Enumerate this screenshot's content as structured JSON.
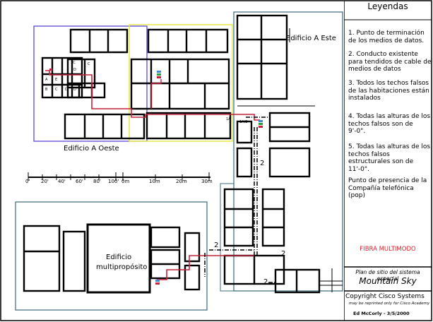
{
  "legend": {
    "title": "Leyendas",
    "items": [
      "1. Punto de terminación de los medios de datos.",
      "2. Conducto existente para tendidos de cable de medios de datos",
      "3. Todos los techos falsos de las habitaciones están instalados",
      "4. Todas las alturas de los techos falsos son de 9'-0\".",
      "5. Todas las alturas de los techos falsos estructurales son de 11'-0\".",
      "Punto de presencia de la Compañía telefónica (pop)"
    ],
    "fiber_label": "FIBRA MULTIMODO"
  },
  "title_block": {
    "subtitle": "Plan de sitio del sistema especial",
    "title": "Mountain Sky",
    "copyright": "Copyright Cisco Systems",
    "reprint_note": "may be reprinted only for Cisco Academy",
    "author": "Ed McCorly - 3/5/2000"
  },
  "buildings": {
    "west": "Edificio A Oeste",
    "east": "Edificio A Este",
    "multi_line1": "Edificio",
    "multi_line2": "multipropósito"
  },
  "scale_bar": {
    "feet_labels": [
      "0'",
      "20'",
      "40'",
      "60'",
      "80'",
      "100'"
    ],
    "meter_labels": [
      "0m",
      "10m",
      "20m",
      "30m"
    ]
  },
  "conduit_marks": [
    "2",
    "2",
    "2",
    "2"
  ],
  "room_marks": [
    "1C",
    "C",
    "D",
    "A",
    "B",
    "C",
    "D",
    "E",
    "D",
    "1A",
    "1A/2"
  ],
  "colors": {
    "west_outline": "#5a48d8",
    "yellow_outline": "#e8e84a",
    "east_outline": "#3a6878",
    "fiber": "#c8203a"
  }
}
